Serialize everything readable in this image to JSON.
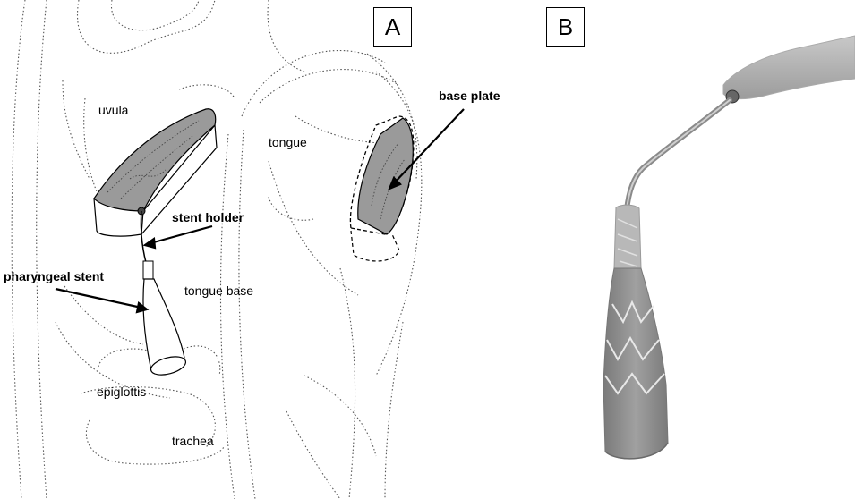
{
  "panels": {
    "a": "A",
    "b": "B"
  },
  "labels": {
    "uvula": "uvula",
    "tongue": "tongue",
    "base_plate": "base plate",
    "stent_holder": "stent holder",
    "pharyngeal_stent": "pharyngeal stent",
    "tongue_base": "tongue base",
    "epiglottis": "epiglottis",
    "trachea": "trachea"
  },
  "colors": {
    "plate_fill": "#9a9a9a",
    "stent_fill": "#8a8a8a",
    "line": "#000000"
  }
}
